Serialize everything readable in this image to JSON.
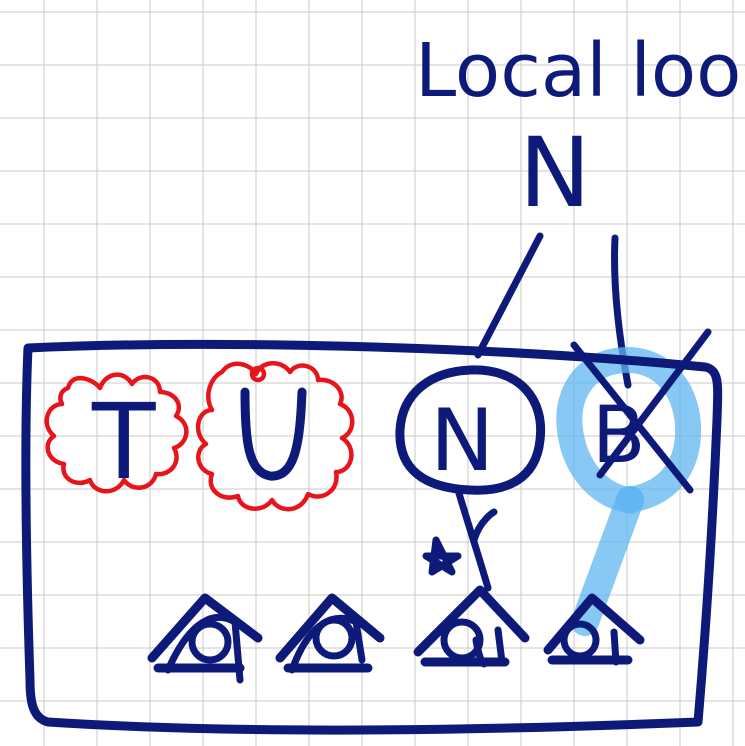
{
  "annotation": {
    "text": "Local loop"
  },
  "top_node": {
    "label": "N"
  },
  "box_nodes": [
    {
      "label": "T",
      "marked": "red-cloud"
    },
    {
      "label": "U",
      "marked": "red-cloud"
    },
    {
      "label": "N",
      "marked": "circle"
    },
    {
      "label": "B",
      "marked": "crossed-out"
    }
  ],
  "colors": {
    "ink": "#0d1a7a",
    "cloud": "#e8141b",
    "highlight": "#5fb6f2",
    "grid": "#c9c9c9"
  }
}
